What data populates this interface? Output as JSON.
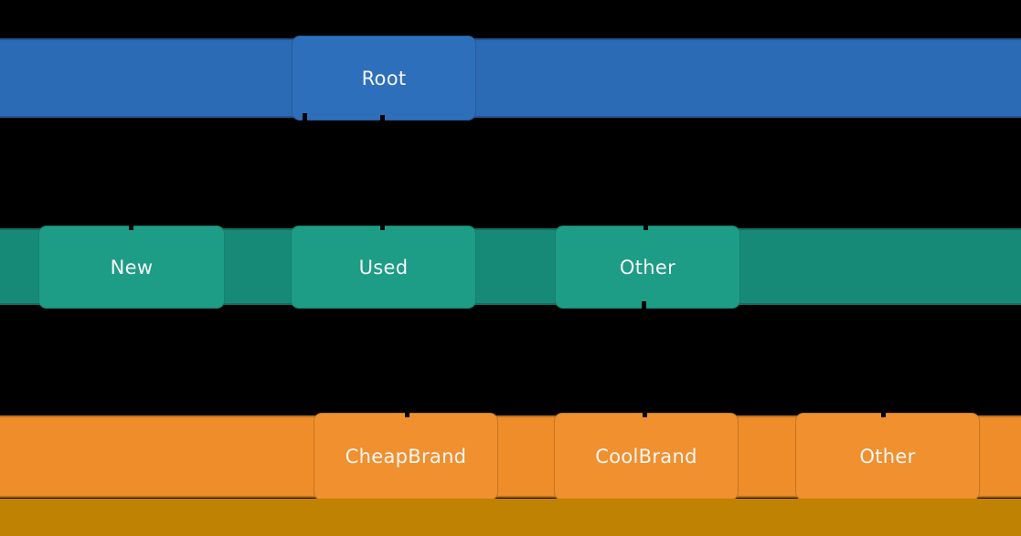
{
  "figure": {
    "background": "#000000",
    "text_color": "#f7f7f7",
    "levels": [
      {
        "name": "level-1",
        "bar_color": "#2b6ab4",
        "node_color": "#2e6fbc",
        "nodes": [
          {
            "label": "Root"
          }
        ]
      },
      {
        "name": "level-2",
        "bar_color": "#178a77",
        "node_color": "#1d9c86",
        "nodes": [
          {
            "label": "New"
          },
          {
            "label": "Used"
          },
          {
            "label": "Other"
          }
        ]
      },
      {
        "name": "level-3",
        "bar_color": "#ee8d29",
        "node_color": "#f0902e",
        "nodes": [
          {
            "label": "CheapBrand"
          },
          {
            "label": "CoolBrand"
          },
          {
            "label": "Other"
          }
        ]
      },
      {
        "name": "level-4-partial",
        "bar_color": "#bf8203",
        "node_color": "#bf8203",
        "nodes": []
      }
    ]
  }
}
